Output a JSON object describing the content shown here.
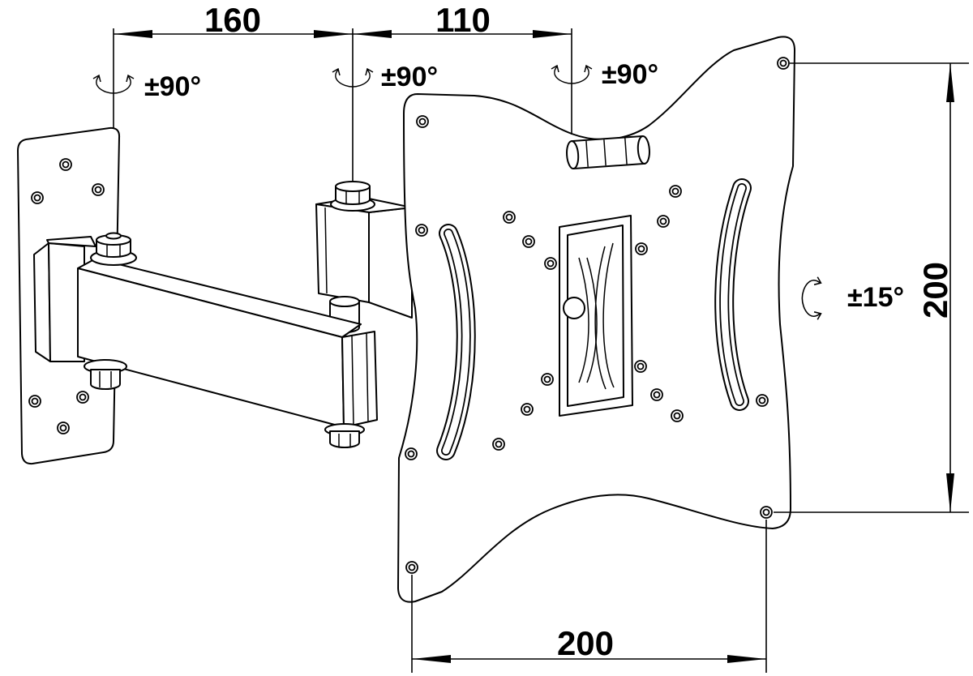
{
  "dimensions": {
    "arm_segment_1": "160",
    "arm_segment_2": "110",
    "hole_spacing_vertical": "200",
    "hole_spacing_horizontal": "200"
  },
  "rotation_labels": {
    "wall_pivot": "±90°",
    "arm_pivot": "±90°",
    "plate_pivot": "±90°",
    "plate_tilt": "±15°"
  }
}
